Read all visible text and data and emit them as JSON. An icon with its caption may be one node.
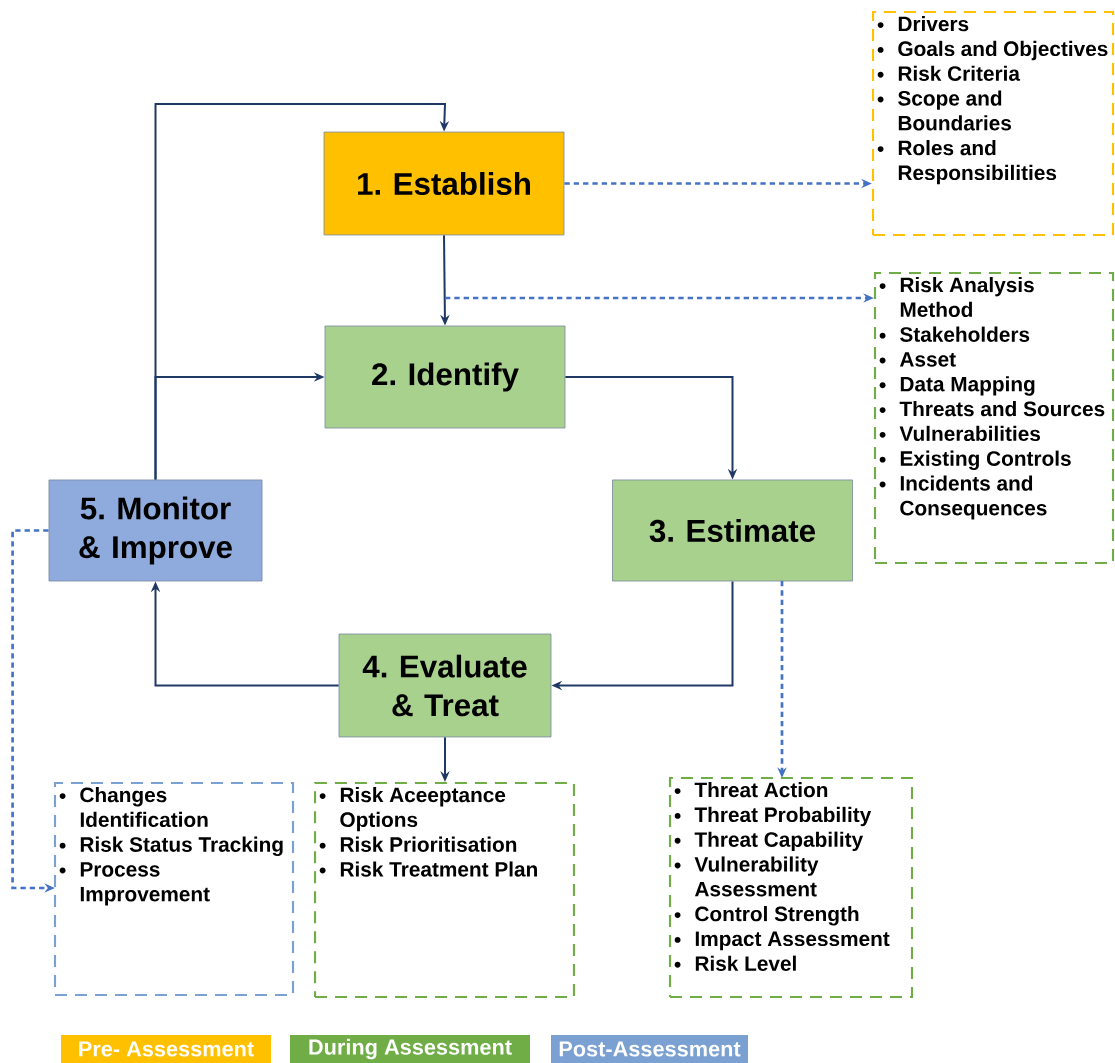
{
  "diagram": {
    "nodes": [
      {
        "text": [
          "1. Establish"
        ]
      },
      {
        "text": [
          "Drivers",
          "Goals and Objectives",
          "Risk Criteria",
          "Scope and Boundaries",
          "Roles and Responsibilities"
        ]
      },
      {
        "text": [
          "2. Identify"
        ]
      },
      {
        "text": [
          "Risk Analysis Method",
          "Stakeholders",
          "Asset",
          "Data Mapping",
          "Threats and Sources",
          "Vulnerabilities",
          "Existing Controls",
          "Incidents and Consequences"
        ]
      },
      {
        "text": [
          "5. Monitor & Improve"
        ]
      },
      {
        "text": [
          "3. Estimate"
        ]
      },
      {
        "text": [
          "4. Evaluate & Treat"
        ]
      },
      {
        "text": [
          "Changes Identification",
          "Risk Status Tracking",
          "Process Improvement"
        ]
      },
      {
        "text": [
          "Risk Aceeptance Options",
          "Risk Prioritisation",
          "Risk Treatment Plan"
        ]
      },
      {
        "text": [
          "Threat Action",
          "Threat Probability",
          "Threat Capability",
          "Vulnerability Assessment",
          "Control Strength",
          "Impact Assessment",
          "Risk Level"
        ]
      }
    ],
    "edges": [
      {
        "from": 0,
        "to": 2,
        "arrow": "to"
      },
      {
        "from": 0,
        "to": 1,
        "arrow": "to",
        "style": "dashed",
        "color": "#4472c4"
      },
      {
        "from": 2,
        "to": 3,
        "arrow": "to",
        "style": "dashed",
        "color": "#4472c4"
      },
      {
        "from": 2,
        "to": 5,
        "arrow": "to"
      },
      {
        "from": 5,
        "to": 6,
        "arrow": "to"
      },
      {
        "from": 6,
        "to": 4,
        "arrow": "to"
      },
      {
        "from": 4,
        "to": 0,
        "arrow": "to"
      },
      {
        "from": 4,
        "to": 2,
        "arrow": "to"
      },
      {
        "from": 5,
        "to": 9,
        "arrow": "to",
        "style": "dashed",
        "color": "#4472c4"
      },
      {
        "from": 6,
        "to": 8,
        "arrow": "to"
      },
      {
        "from": 4,
        "to": 7,
        "arrow": "to",
        "style": "dashed",
        "color": "#4472c4"
      }
    ],
    "legend": [
      {
        "text": "Pre- Assessment",
        "color": "#ffc000"
      },
      {
        "text": "During Assessment",
        "color": "#70ad47"
      },
      {
        "text": "Post-Assessment",
        "color": "#7ba0d2"
      }
    ]
  }
}
